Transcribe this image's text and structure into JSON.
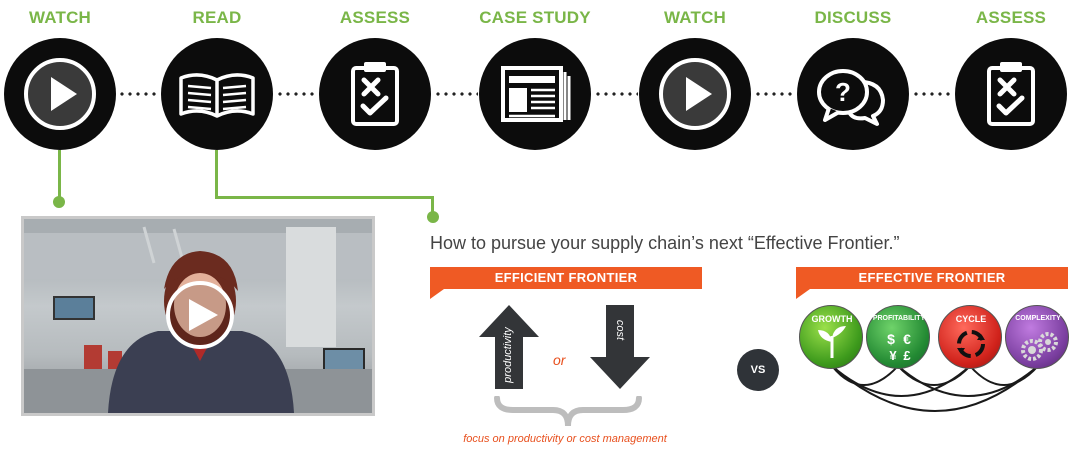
{
  "steps": [
    {
      "label": "WATCH",
      "icon": "play-icon"
    },
    {
      "label": "READ",
      "icon": "book-icon"
    },
    {
      "label": "ASSESS",
      "icon": "clipboard-check-icon"
    },
    {
      "label": "CASE STUDY",
      "icon": "newspaper-icon"
    },
    {
      "label": "WATCH",
      "icon": "play-icon"
    },
    {
      "label": "DISCUSS",
      "icon": "chat-bubbles-icon"
    },
    {
      "label": "ASSESS",
      "icon": "clipboard-check-icon"
    }
  ],
  "colors": {
    "step_label": "#7ab648",
    "connector": "#7ab648",
    "circle": "#0c0c0c",
    "banner": "#ef5a24",
    "accent_text": "#e8501e"
  },
  "read_panel": {
    "headline": "How to pursue your supply chain’s next “Effective Frontier.”",
    "efficient_banner": "EFFICIENT FRONTIER",
    "up_arrow_label": "productivity",
    "or_label": "or",
    "down_arrow_label": "cost",
    "caption": "focus on productivity or cost management",
    "vs_label": "VS",
    "effective_banner": "EFFECTIVE FRONTIER",
    "balls": [
      {
        "label": "GROWTH",
        "color": "#4caf2a"
      },
      {
        "label": "PROFITABILITY",
        "color": "#2e9a3a"
      },
      {
        "label": "CYCLE",
        "color": "#e02b22"
      },
      {
        "label": "COMPLEXITY",
        "color": "#7b3fa0"
      }
    ]
  }
}
